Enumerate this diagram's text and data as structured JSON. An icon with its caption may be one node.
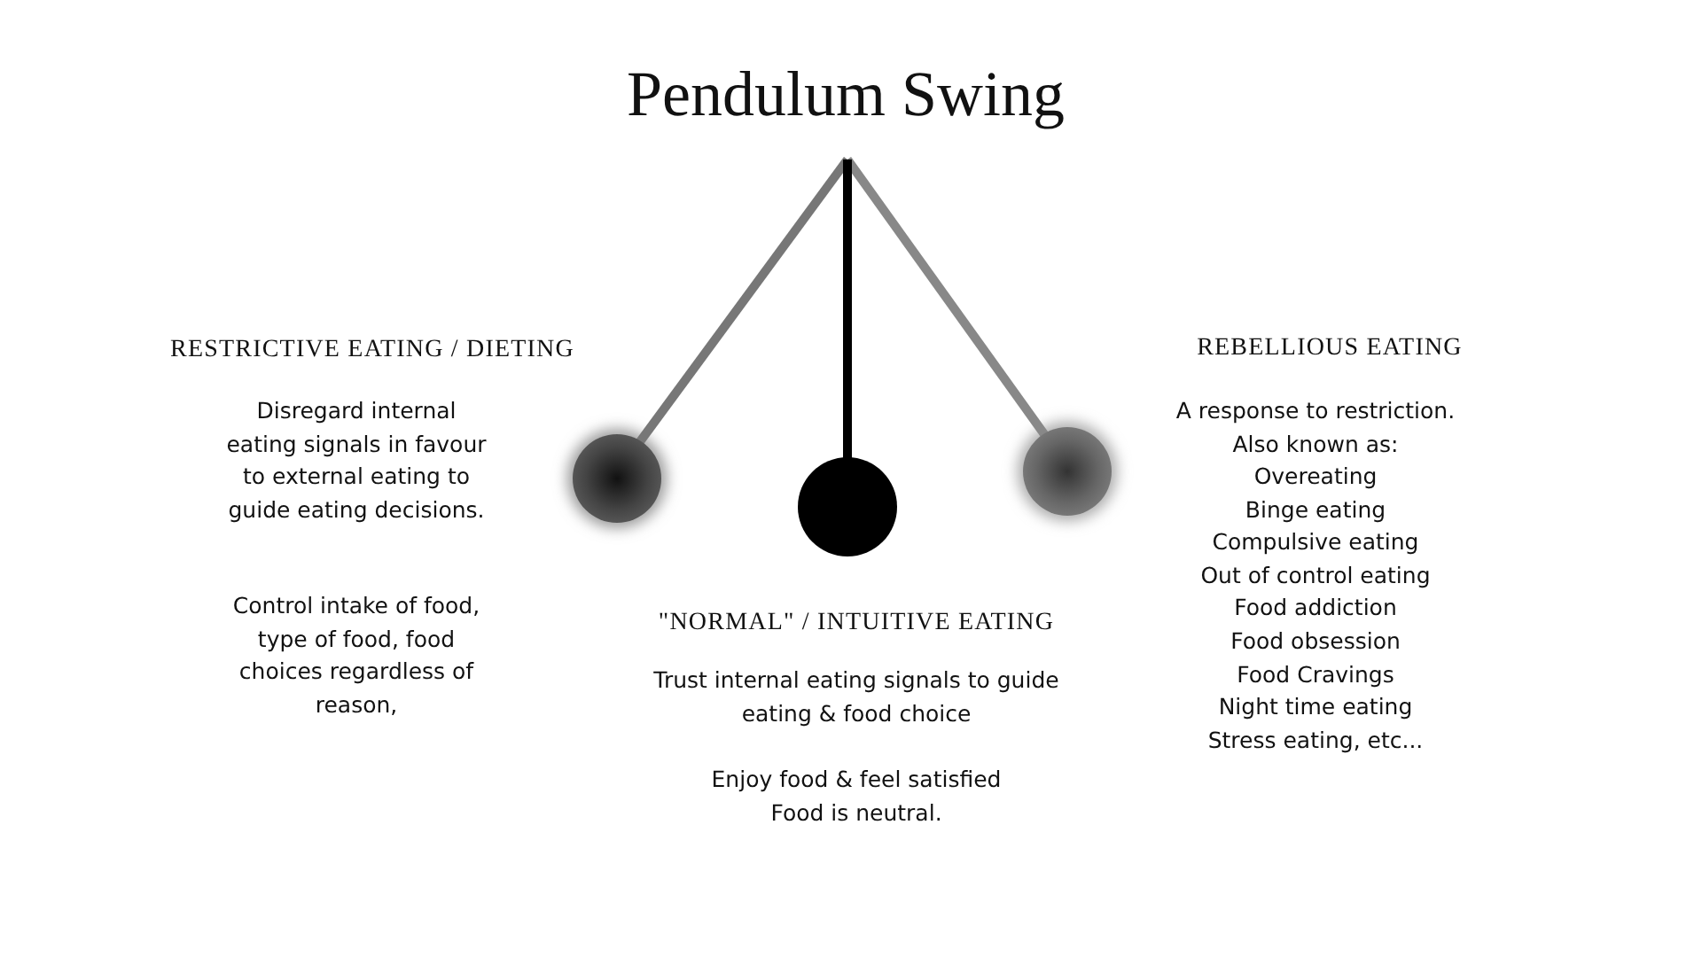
{
  "diagram": {
    "title": "Pendulum Swing",
    "labels": [
      "RESTRICTIVE EATING / DIETING",
      "Disregard internal eating signals in favour to external eating to guide eating decisions.",
      "Control intake of food, type of food, food choices regardless of reason,",
      "REBELLIOUS EATING",
      "A response to restriction. Also known as:  Overeating",
      "Binge eating",
      "Compulsive eating",
      "Out of control eating",
      "Food addiction",
      "Food obsession",
      "Food Cravings",
      "Night time eating",
      "Stress eating, etc...",
      "\"NORMAL\" /  INTUITIVE EATING",
      "Trust internal eating signals to guide eating & food choice",
      "Enjoy food & feel satisfied",
      "Food is neutral."
    ]
  }
}
